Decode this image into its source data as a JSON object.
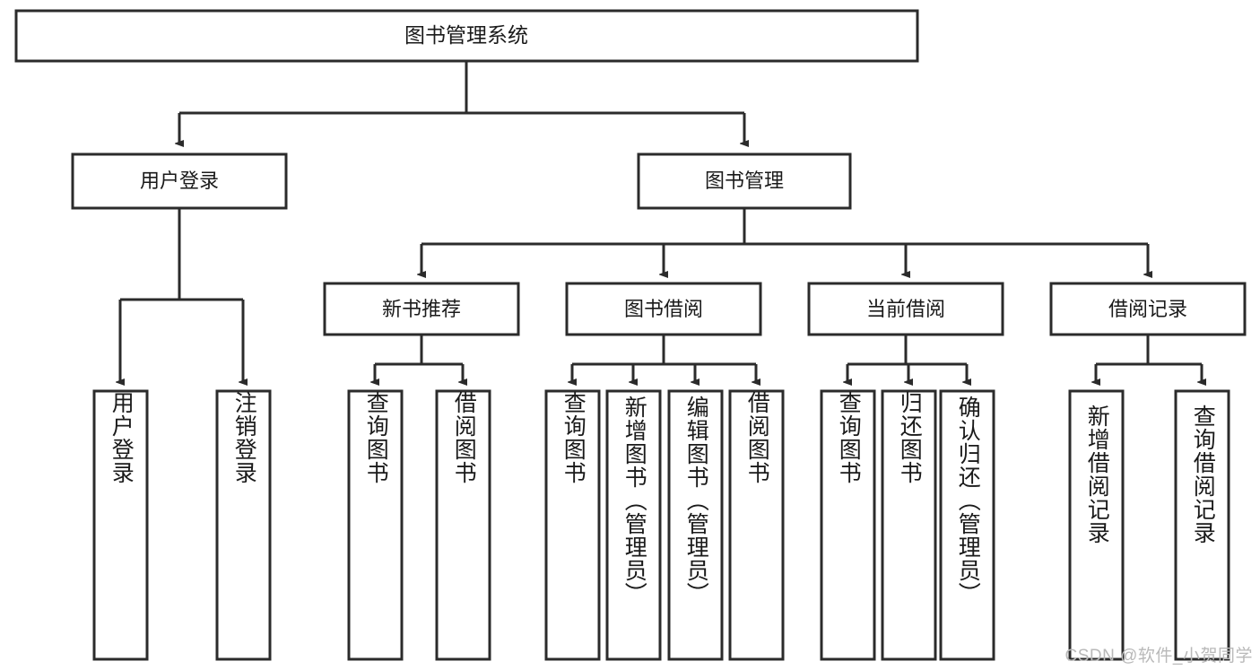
{
  "diagram": {
    "type": "tree",
    "title": "图书管理系统",
    "root": {
      "id": "root",
      "label": "图书管理系统"
    },
    "level2": [
      {
        "id": "user-login",
        "label": "用户登录"
      },
      {
        "id": "book-manage",
        "label": "图书管理"
      }
    ],
    "level3": [
      {
        "id": "new-book-recommend",
        "label": "新书推荐",
        "parent": "book-manage"
      },
      {
        "id": "book-borrow",
        "label": "图书借阅",
        "parent": "book-manage"
      },
      {
        "id": "current-borrow",
        "label": "当前借阅",
        "parent": "book-manage"
      },
      {
        "id": "borrow-record",
        "label": "借阅记录",
        "parent": "book-manage"
      }
    ],
    "leaves": {
      "user-login": [
        {
          "id": "leaf-user-login",
          "label": "用户登录"
        },
        {
          "id": "leaf-user-logout",
          "label": "注销登录"
        }
      ],
      "new-book-recommend": [
        {
          "id": "leaf-query-book-1",
          "label": "查询图书"
        },
        {
          "id": "leaf-borrow-book-1",
          "label": "借阅图书"
        }
      ],
      "book-borrow": [
        {
          "id": "leaf-query-book-2",
          "label": "查询图书"
        },
        {
          "id": "leaf-add-book",
          "label": "新增图书（管理员）"
        },
        {
          "id": "leaf-edit-book",
          "label": "编辑图书（管理员）"
        },
        {
          "id": "leaf-borrow-book-2",
          "label": "借阅图书"
        }
      ],
      "current-borrow": [
        {
          "id": "leaf-query-book-3",
          "label": "查询图书"
        },
        {
          "id": "leaf-return-book",
          "label": "归还图书"
        },
        {
          "id": "leaf-confirm-return",
          "label": "确认归还（管理员）"
        }
      ],
      "borrow-record": [
        {
          "id": "leaf-add-record",
          "label": "新增借阅记录"
        },
        {
          "id": "leaf-query-record",
          "label": "查询借阅记录"
        }
      ]
    }
  },
  "watermark": {
    "text": "CSDN @软件_小贺同学"
  },
  "colors": {
    "stroke": "#2b2b2b",
    "box_fill": "#ffffff",
    "text": "#1a1a1a",
    "watermark": "#b9b9b9",
    "background": "#ffffff"
  }
}
